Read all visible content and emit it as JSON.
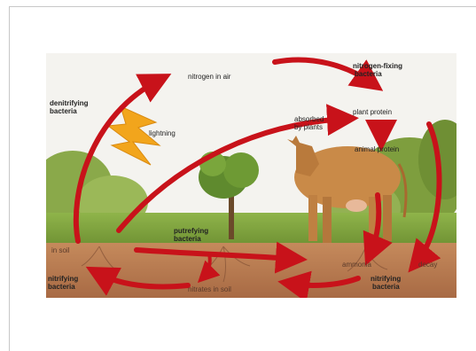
{
  "diagram": {
    "labels": {
      "nitrogen_in_air": "nitrogen in air",
      "nitrogen_fixing_bacteria_1": "nitrogen-fixing",
      "nitrogen_fixing_bacteria_2": "bacteria",
      "denitrifying_bacteria_1": "denitrifying",
      "denitrifying_bacteria_2": "bacteria",
      "lightning": "lightning",
      "absorbed_by_plants_1": "absorbed",
      "absorbed_by_plants_2": "by plants",
      "plant_protein": "plant protein",
      "animal_protein": "animal protein",
      "putrefying_bacteria_1": "putrefying",
      "putrefying_bacteria_2": "bacteria",
      "in_soil": "in soil",
      "nitrifying_bacteria_left_1": "nitrifying",
      "nitrifying_bacteria_left_2": "bacteria",
      "nitrates_in_soil": "nitrates in soil",
      "ammonia": "ammonia",
      "decay": "decay",
      "nitrifying_bacteria_right_1": "nitrifying",
      "nitrifying_bacteria_right_2": "bacteria"
    },
    "colors": {
      "arrow": "#c8121a",
      "sky": "#f4f3ef",
      "grass": "#7aa23c",
      "soil": "#b77a52",
      "cow": "#c98a48",
      "lightning": "#f2a51c"
    }
  }
}
